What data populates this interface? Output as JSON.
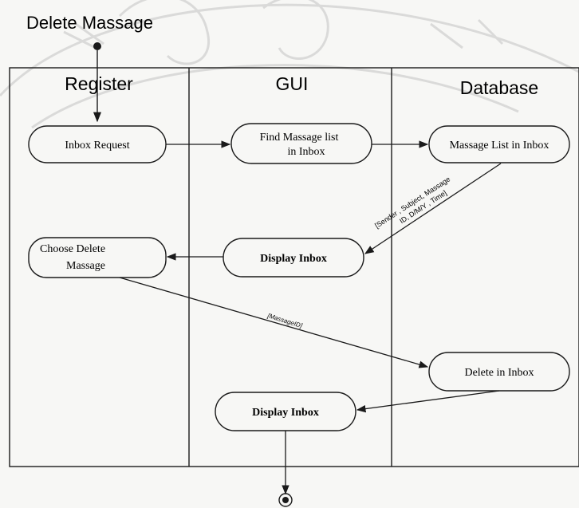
{
  "title": "Delete Massage",
  "swimlanes": [
    "Register",
    "GUI",
    "Database"
  ],
  "activities": {
    "inbox_request": "Inbox Request",
    "find_list": [
      "Find Massage list",
      "in Inbox"
    ],
    "massage_list": "Massage List in Inbox",
    "choose_delete": [
      "Choose Delete",
      "Massage"
    ],
    "display_inbox_1": "Display Inbox",
    "delete_in_inbox": "Delete in Inbox",
    "display_inbox_2": "Display Inbox"
  },
  "guards": {
    "inbox_data": [
      "[Sender , Subject, Massage",
      "ID, D/M/Y , Time]"
    ],
    "massage_id": "[MassageID]"
  },
  "colors": {
    "line": "#1a1a1a",
    "watermark": "#b9b9b9",
    "background": "#f7f7f5"
  }
}
